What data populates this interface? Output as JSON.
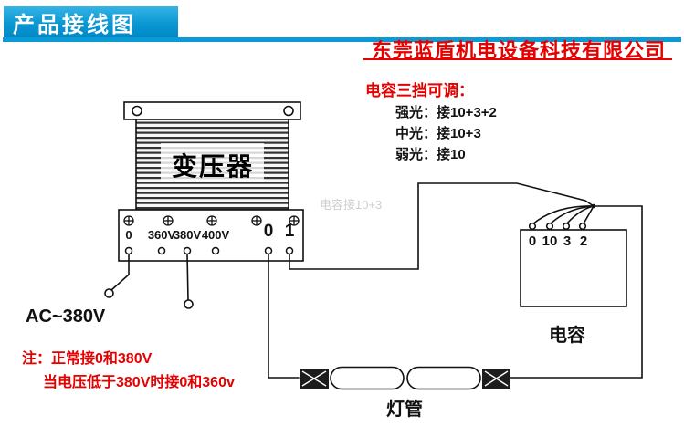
{
  "header": {
    "title": "产品接线图",
    "company": "东莞蓝盾机电设备科技有限公司",
    "accent_blue": "#0a9ad5",
    "accent_red": "#e60000"
  },
  "capacitor_note": {
    "title": "电容三挡可调：",
    "lines": [
      "强光：接10+3+2",
      "中光：接10+3",
      "弱光：接10"
    ]
  },
  "transformer": {
    "label": "变压器",
    "input_terminals": [
      "0",
      "360V",
      "380V",
      "400V"
    ],
    "output_terminals": [
      "0",
      "1"
    ]
  },
  "capacitor": {
    "label": "电容",
    "terminals": [
      "0",
      "10",
      "3",
      "2"
    ]
  },
  "lamp": {
    "label": "灯管"
  },
  "ac_input": {
    "label": "AC~380V"
  },
  "note": {
    "line1": "注：正常接0和380V",
    "line2": "当电压低于380V时接0和360v"
  },
  "watermark": "电容接10+3"
}
